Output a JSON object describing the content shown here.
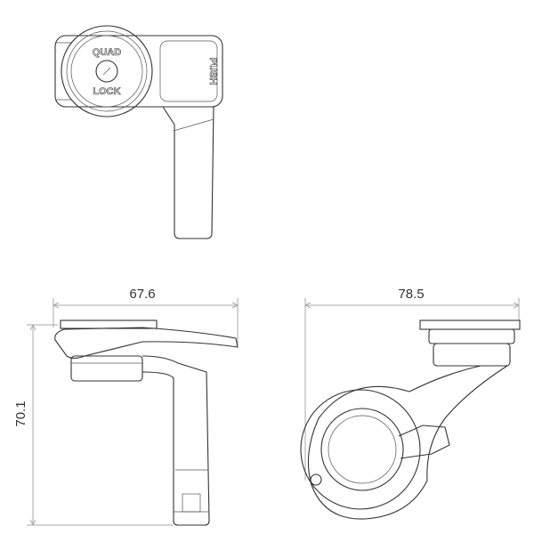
{
  "views": {
    "top": {
      "logo_top": "QUAD",
      "logo_bottom": "LOCK",
      "button_label": "PUSH"
    },
    "side": {
      "width_dimension": "67.6",
      "height_dimension": "70.1"
    },
    "front": {
      "width_dimension": "78.5"
    }
  },
  "colors": {
    "outline": "#333333",
    "dimension_line": "#aaaaaa"
  }
}
